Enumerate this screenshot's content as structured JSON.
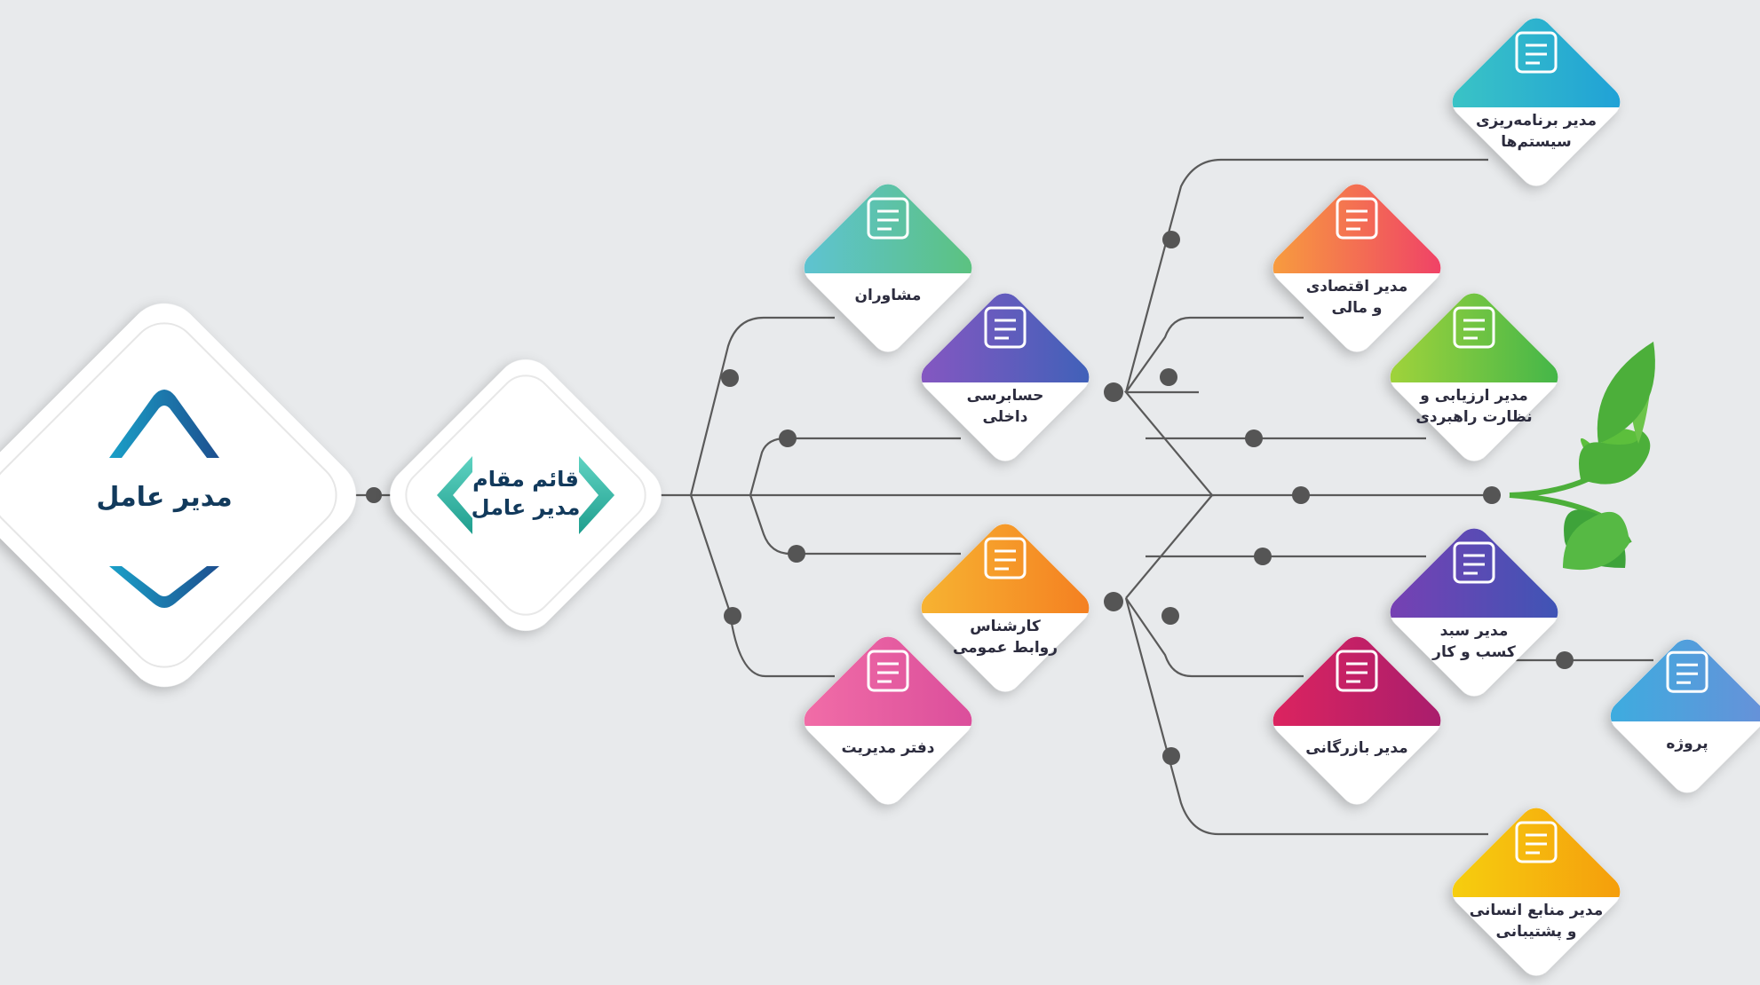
{
  "root": {
    "label": "مدیر عامل"
  },
  "deputy": {
    "line1": "قائم مقام",
    "line2": "مدیر عامل"
  },
  "nodes": {
    "advisors": {
      "line1": "مشاوران",
      "line2": "",
      "icon": "team-idea-icon",
      "color_a": "#5ec3d8",
      "color_b": "#5cc27a"
    },
    "audit": {
      "line1": "حسابرسی",
      "line2": "داخلی",
      "icon": "clipboard-check-icon",
      "color_a": "#8a56c2",
      "color_b": "#3b62b8"
    },
    "pr": {
      "line1": "کارشناس",
      "line2": "روابط عمومی",
      "icon": "pr-head-icon",
      "color_a": "#f7b733",
      "color_b": "#f47c20"
    },
    "office": {
      "line1": "دفتر مدیریت",
      "line2": "",
      "icon": "office-desk-icon",
      "color_a": "#f36fa8",
      "color_b": "#d94c9a"
    },
    "systems": {
      "line1": "مدیر برنامه‌ریزی",
      "line2": "سیستم‌ها",
      "icon": "building-people-icon",
      "color_a": "#3cc6c4",
      "color_b": "#1e9fd8"
    },
    "finance": {
      "line1": "مدیر اقتصادی",
      "line2": "و مالی",
      "icon": "finance-report-icon",
      "color_a": "#f8a33b",
      "color_b": "#ef3b6a"
    },
    "evaluation": {
      "line1": "مدیر ارزیابی و",
      "line2": "نظارت راهبردی",
      "icon": "growth-gear-icon",
      "color_a": "#a7d53a",
      "color_b": "#3db44a"
    },
    "business": {
      "line1": "مدیر سبد",
      "line2": "کسب و کار",
      "icon": "portfolio-gear-icon",
      "color_a": "#7b3fb3",
      "color_b": "#3b56b5"
    },
    "commerce": {
      "line1": "مدیر بازرگانی",
      "line2": "",
      "icon": "globe-location-icon",
      "color_a": "#e0245e",
      "color_b": "#a51d6e"
    },
    "hr": {
      "line1": "مدیر منابع انسانی",
      "line2": "و پشتیبانی",
      "icon": "people-search-icon",
      "color_a": "#f6d20f",
      "color_b": "#f59a0c"
    },
    "project": {
      "line1": "پروژه",
      "line2": "",
      "icon": "lightbulb-gear-icon",
      "color_a": "#3aaee0",
      "color_b": "#6a8fd8"
    }
  },
  "leaf_icon": "leaf-sprout-icon",
  "colors": {
    "line": "#5a5a5a",
    "dot": "#555555",
    "root_chevron": "#1e6fa8",
    "deputy_bracket": "#3fbfb0",
    "leaf": "#4caf3a"
  }
}
